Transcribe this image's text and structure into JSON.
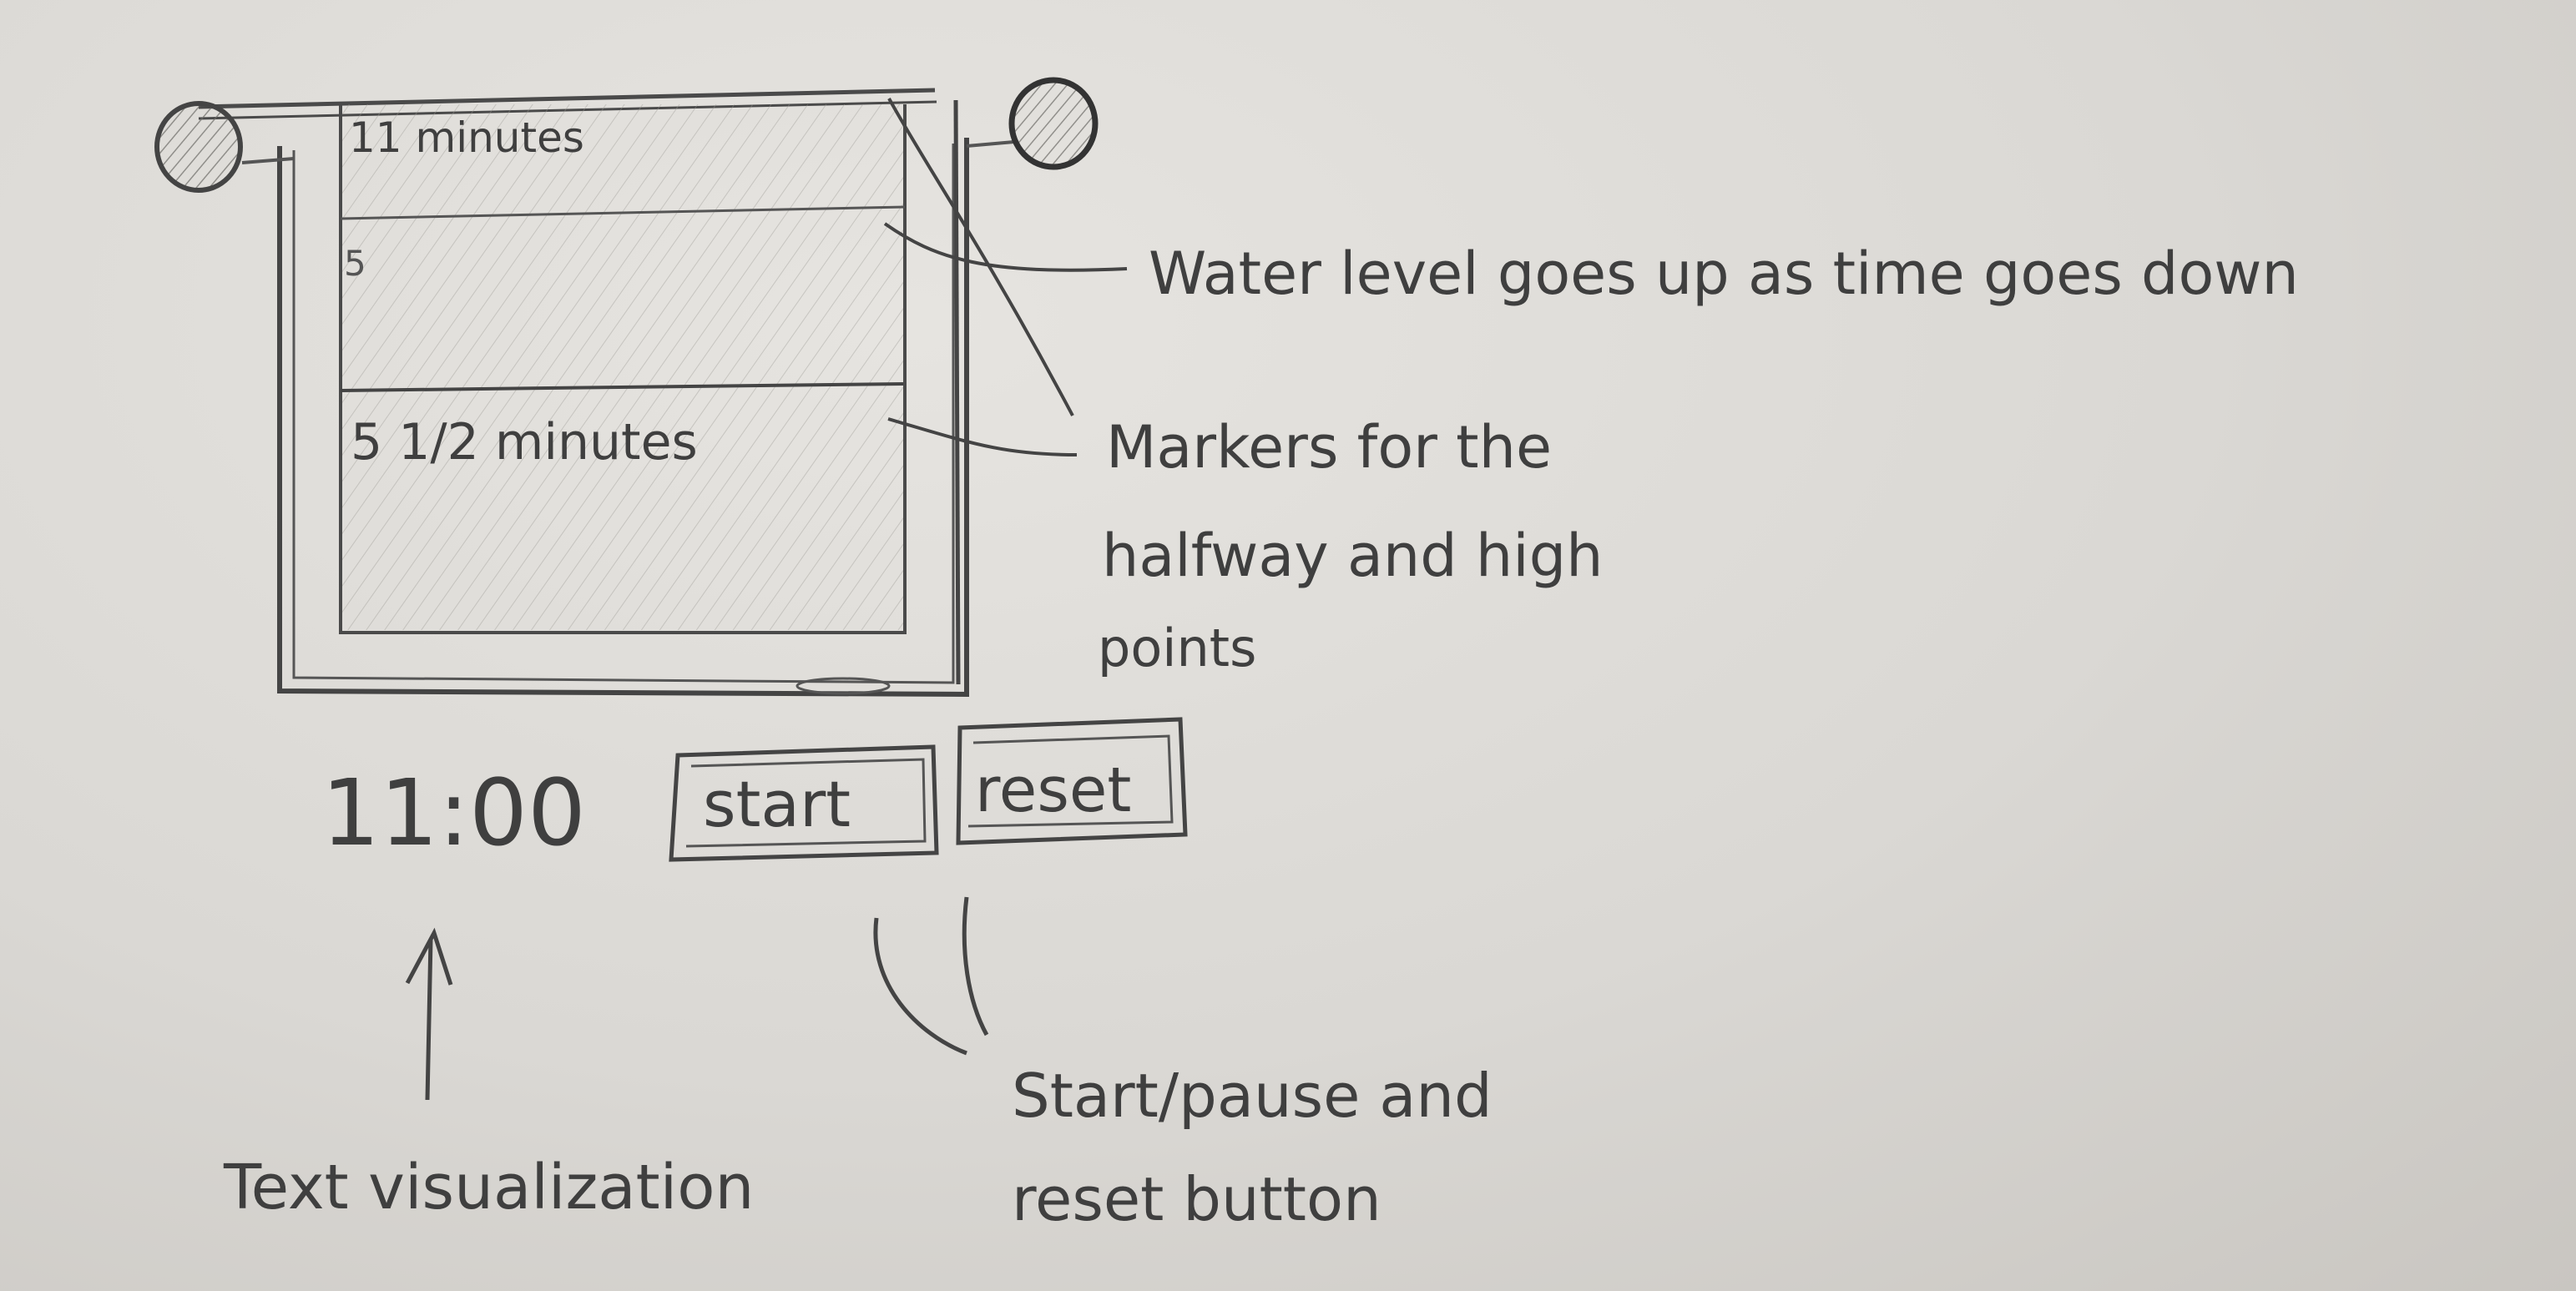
{
  "container": {
    "high_marker_label": "11 minutes",
    "mid_marker_label": "5",
    "halfway_marker_label": "5 1/2 minutes"
  },
  "controls": {
    "time_display": "11:00",
    "start_label": "start",
    "reset_label": "reset"
  },
  "annotations": {
    "water_level": "Water level goes up as time goes down",
    "markers_line1": "Markers for the",
    "markers_line2": "halfway and high",
    "markers_line3": "points",
    "text_visualization": "Text visualization",
    "buttons_line1": "Start/pause and",
    "buttons_line2": "reset button"
  },
  "colors": {
    "paper": "#dcdad6",
    "pencil": "#3f3f3f"
  }
}
